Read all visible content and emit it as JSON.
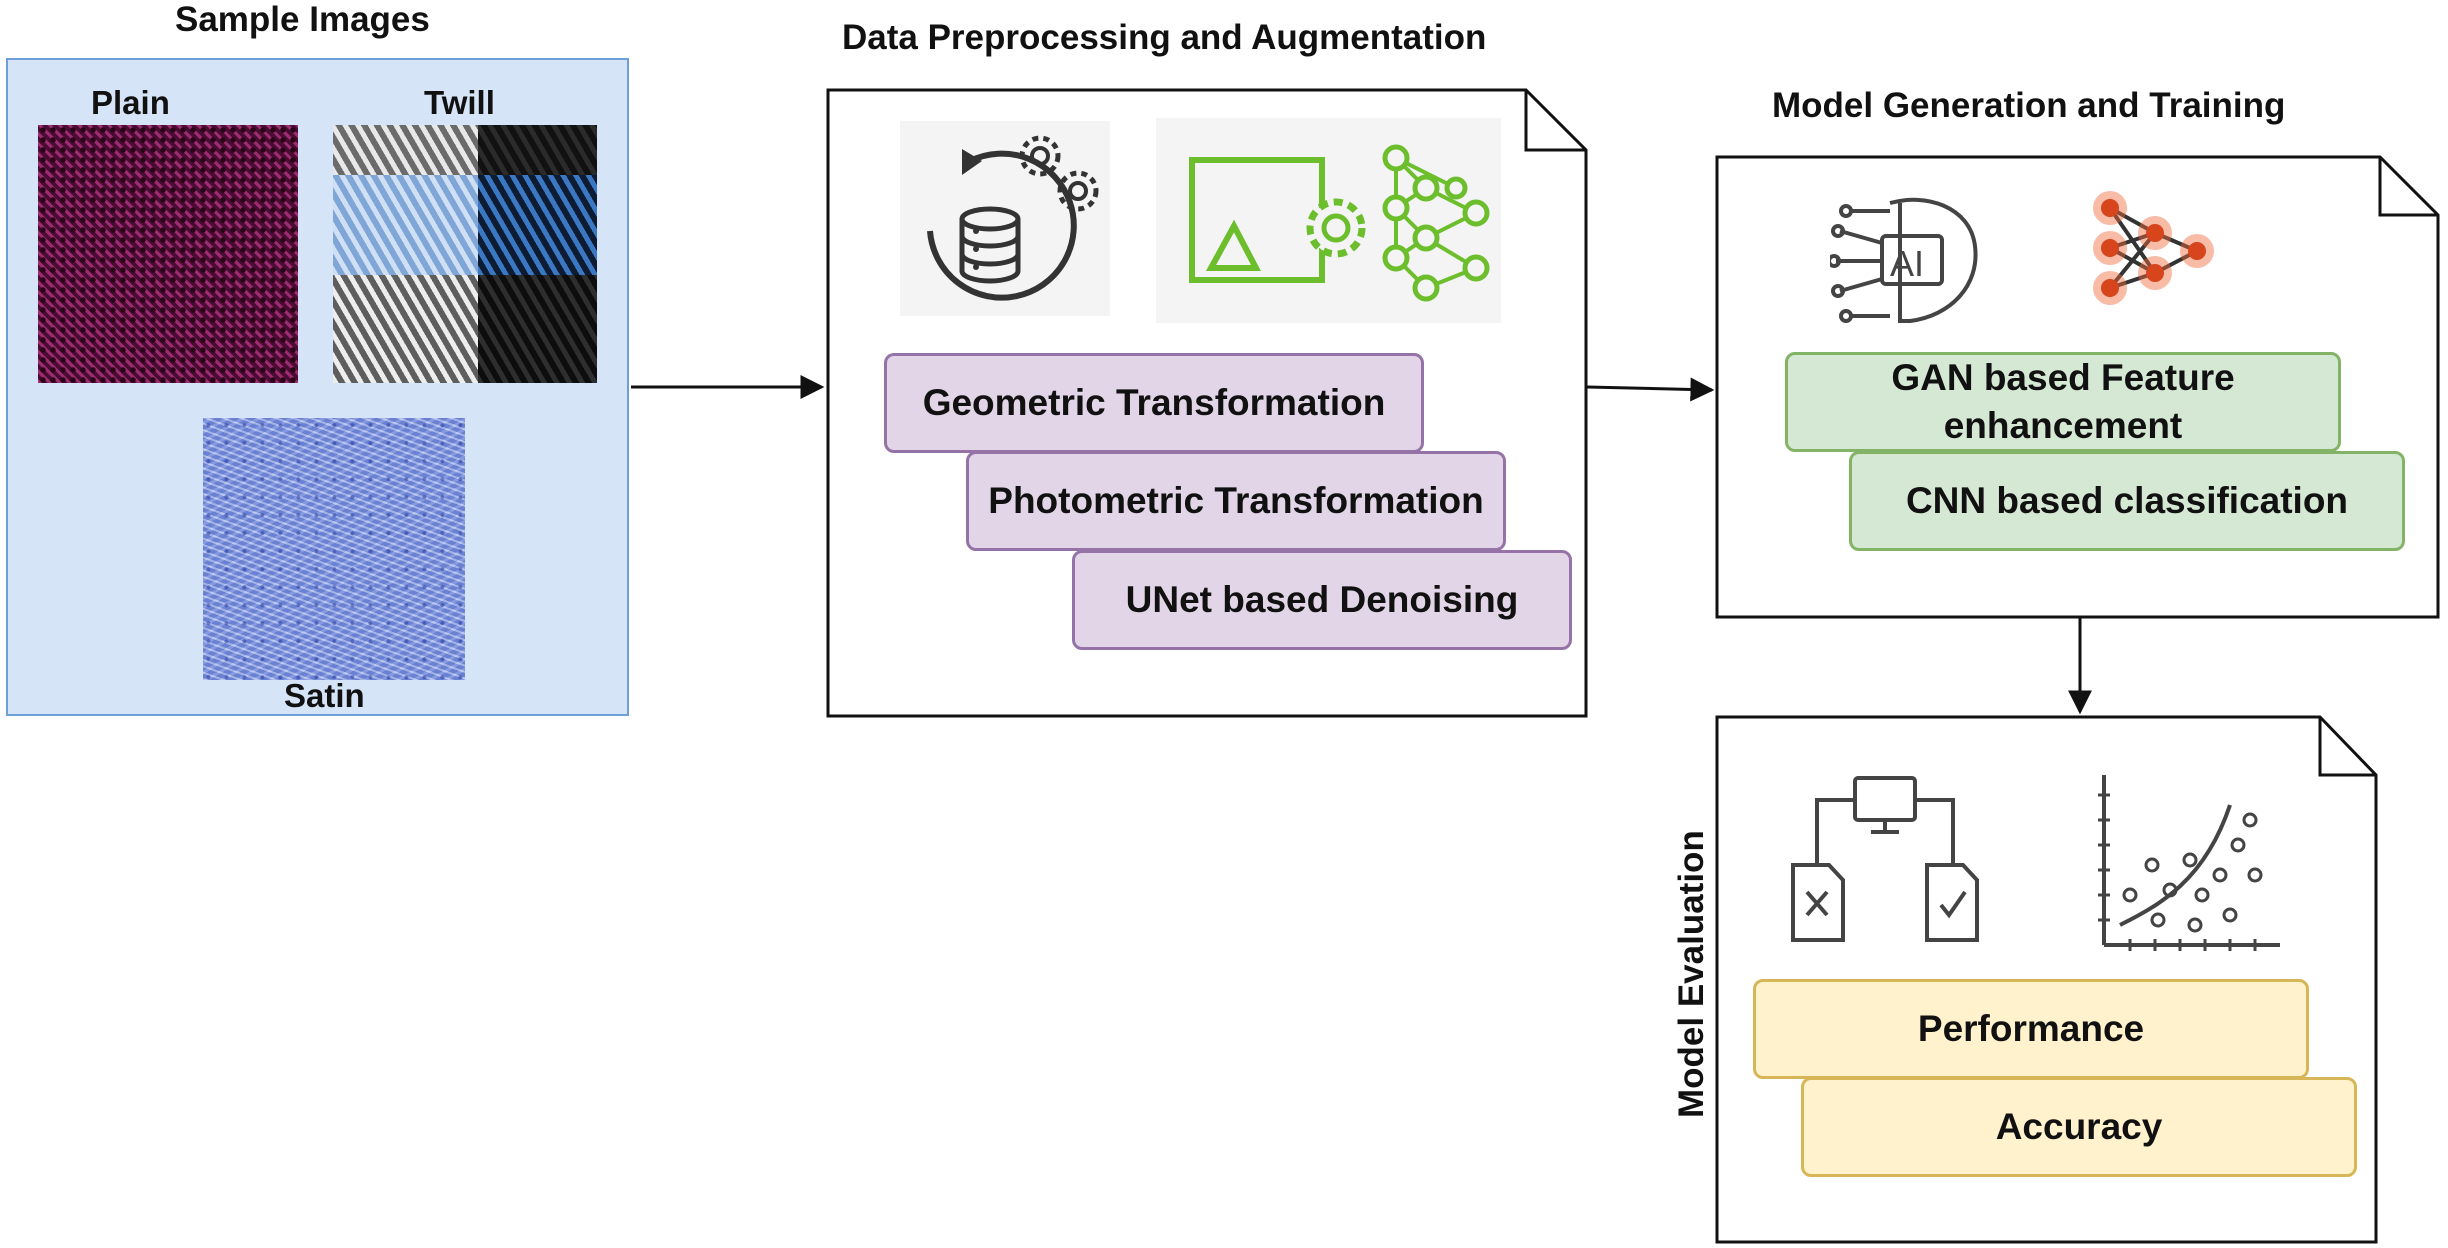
{
  "sample_images": {
    "title": "Sample Images",
    "plain_label": "Plain",
    "twill_label": "Twill",
    "satin_label": "Satin"
  },
  "preprocessing": {
    "title": "Data Preprocessing and Augmentation",
    "icons": [
      "database-cycle-gears-icon",
      "image-gear-network-icon"
    ],
    "steps": [
      "Geometric Transformation",
      "Photometric Transformation",
      "UNet based Denoising"
    ]
  },
  "training": {
    "title": "Model Generation and Training",
    "icons": [
      "ai-brain-icon",
      "neural-network-icon"
    ],
    "steps": [
      "GAN based Feature enhancement",
      "CNN based classification"
    ]
  },
  "evaluation": {
    "title": "Model Evaluation",
    "icons": [
      "computer-decision-files-icon",
      "scatter-plot-icon"
    ],
    "steps": [
      "Performance",
      "Accuracy"
    ]
  },
  "colors": {
    "sample_panel": "#d6e4f7",
    "purple_fill": "#e1d5e7",
    "purple_border": "#9673a6",
    "green_fill": "#d5e8d4",
    "green_border": "#82b366",
    "yellow_fill": "#fff2cc",
    "yellow_border": "#d6b656",
    "icon_green": "#6cbe2d",
    "icon_orange": "#f06a3c"
  }
}
